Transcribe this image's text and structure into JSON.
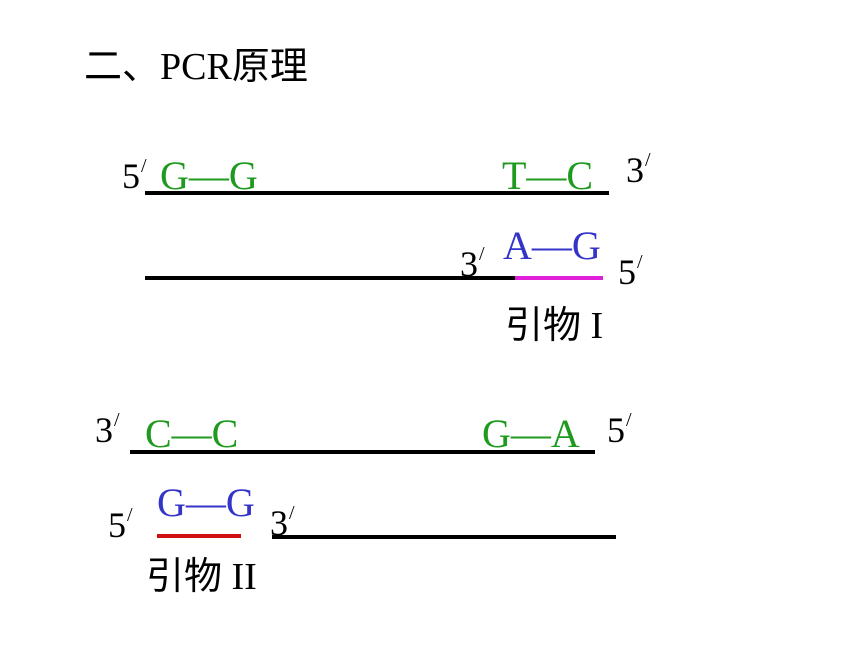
{
  "title": "二、PCR原理",
  "colors": {
    "template_seq": "#1f9a1f",
    "primer_seq": "#3434c8",
    "primer1_line": "#e020d8",
    "primer2_line": "#d01010",
    "strand": "#000000"
  },
  "end_labels": {
    "five": "5",
    "three": "3",
    "prime": "/"
  },
  "upper": {
    "strand1": {
      "left_seq": "G—G",
      "right_seq": "T—C"
    },
    "strand2": {
      "primer_seq": "A—G"
    },
    "primer_label": "引物 I"
  },
  "lower": {
    "strand1": {
      "left_seq": "C—C",
      "right_seq": "G—A"
    },
    "strand2": {
      "primer_seq": "G—G"
    },
    "primer_label": "引物 II"
  }
}
